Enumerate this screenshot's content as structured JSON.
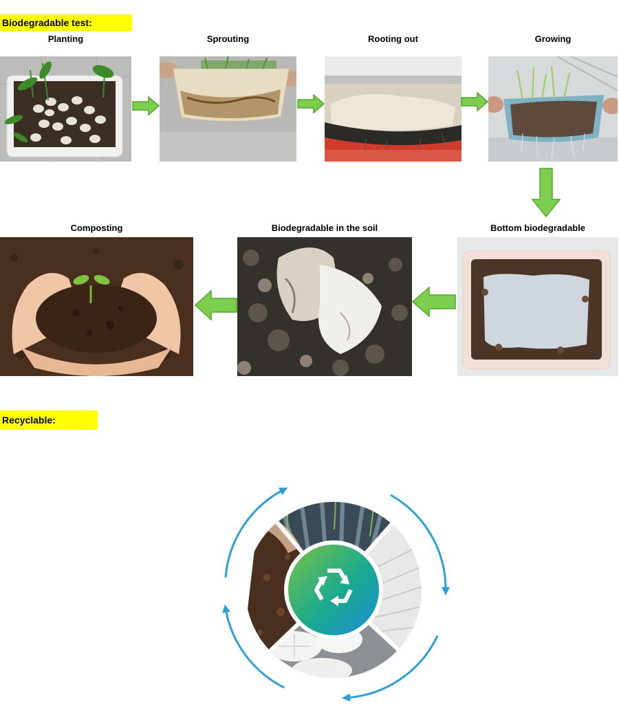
{
  "biodegradable": {
    "heading": "Biodegradable test:",
    "highlight_color": "#ffff00",
    "arrow_color": "#7dcd4e",
    "arrow_outline": "#4fa82c",
    "steps": [
      {
        "caption": "Planting"
      },
      {
        "caption": "Sprouting"
      },
      {
        "caption": "Rooting out"
      },
      {
        "caption": "Growing"
      },
      {
        "caption": "Bottom biodegradable"
      },
      {
        "caption": "Biodegradable in the soil"
      },
      {
        "caption": "Composting"
      }
    ]
  },
  "recyclable": {
    "heading": "Recyclable:",
    "cycle_arrow_color": "#2a9fd8",
    "center_icon": "recycle-icon",
    "segments": [
      "sugarcane-plantation",
      "bagasse-pulp-sheets",
      "molded-tableware",
      "compost-soil"
    ]
  }
}
